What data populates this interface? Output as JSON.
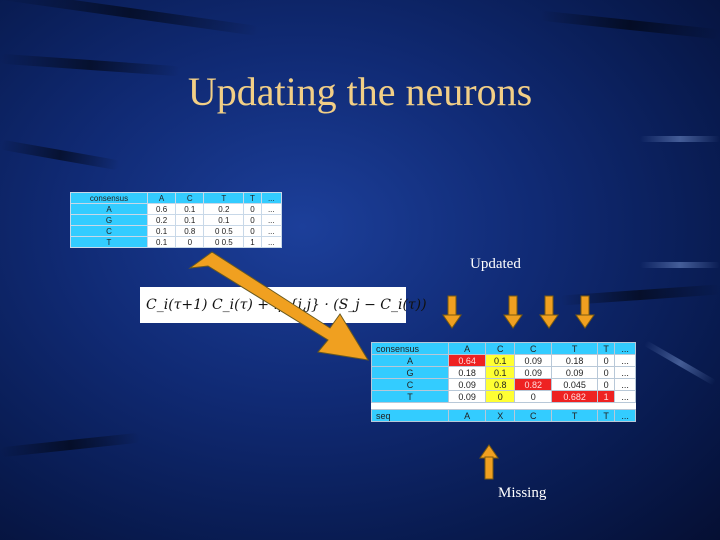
{
  "slide": {
    "title": "Updating the neurons",
    "updated_label": "Updated",
    "missing_label": "Missing",
    "formula": "C_i(τ+1)   C_i(τ) + η_{i,j} · (S_j − C_i(τ))",
    "colors": {
      "title": "#f2cf86",
      "header_cell": "#33ccff",
      "highlight_yellow": "#ffff33",
      "highlight_red": "#ee2222",
      "arrow_orange": "#f0a020"
    }
  },
  "small_table": {
    "header": [
      "consensus",
      "A",
      "C",
      "T",
      "T",
      "..."
    ],
    "rows": [
      [
        "A",
        "0.6",
        "0.1",
        "0.2",
        "0",
        "..."
      ],
      [
        "G",
        "0.2",
        "0.1",
        "0.1",
        "0",
        "..."
      ],
      [
        "C",
        "0.1",
        "0.8",
        "0 0.5",
        "0",
        "..."
      ],
      [
        "T",
        "0.1",
        "0",
        "0 0.5",
        "1",
        "..."
      ]
    ]
  },
  "big_table": {
    "header": [
      "consensus",
      "A",
      "C",
      "C",
      "T",
      "T",
      "..."
    ],
    "rows": [
      [
        "A",
        "0.64",
        "0.1",
        "0.09",
        "0.18",
        "0",
        "..."
      ],
      [
        "G",
        "0.18",
        "0.1",
        "0.09",
        "0.09",
        "0",
        "..."
      ],
      [
        "C",
        "0.09",
        "0.8",
        "0.82",
        "0.045",
        "0",
        "..."
      ],
      [
        "T",
        "0.09",
        "0",
        "0",
        "0.682",
        "1",
        "..."
      ]
    ],
    "seq_row": [
      "seq",
      "A",
      "X",
      "C",
      "T",
      "T",
      "..."
    ]
  }
}
